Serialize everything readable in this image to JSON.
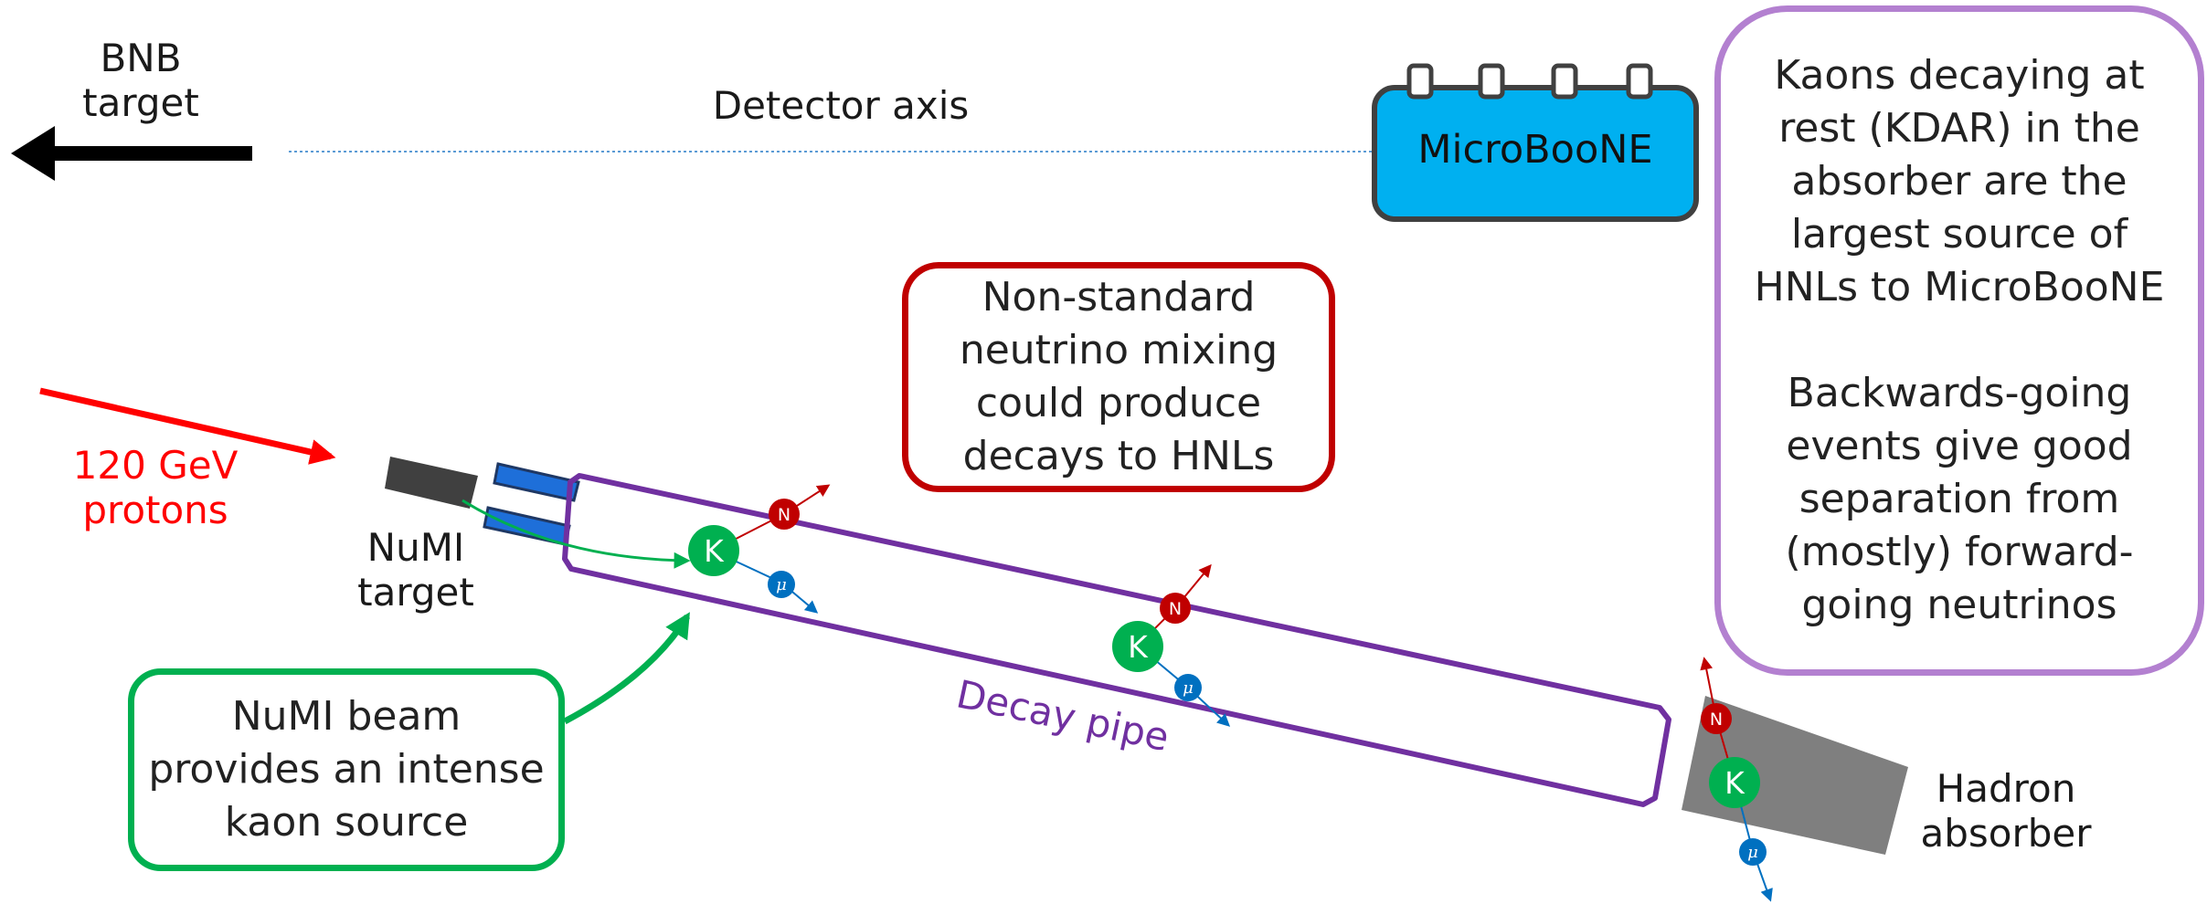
{
  "bnb_target": {
    "line1": "BNB",
    "line2": "target"
  },
  "detector_axis_label": "Detector axis",
  "microboone_label": "MicroBooNE",
  "protons": {
    "line1": "120 GeV",
    "line2": "protons"
  },
  "numi_target": {
    "line1": "NuMI",
    "line2": "target"
  },
  "decay_pipe_label": "Decay pipe",
  "hadron_absorber": {
    "line1": "Hadron",
    "line2": "absorber"
  },
  "particles": {
    "kaon": "K",
    "hnl": "N",
    "muon": "μ"
  },
  "mixing_box": {
    "lines": [
      "Non-standard",
      "neutrino mixing",
      "could produce",
      "decays to HNLs"
    ]
  },
  "numi_box": {
    "lines": [
      "NuMI beam",
      "provides an intense",
      "kaon source"
    ]
  },
  "kdar_box": {
    "para1": [
      "Kaons decaying at",
      "rest (KDAR) in the",
      "absorber are the",
      "largest source of",
      "HNLs to MicroBooNE"
    ],
    "para2": [
      "Backwards-going",
      "events give good",
      "separation from",
      "(mostly) forward-",
      "going neutrinos"
    ]
  },
  "colors": {
    "proton_red": "#ff0000",
    "pipe_purple": "#7030a0",
    "numi_green": "#00b050",
    "kaon_green": "#00b050",
    "hnl_red": "#c00000",
    "muon_blue": "#0070c0",
    "microboone_fill": "#00b0f0",
    "kdar_border": "#b380d0",
    "mixing_border": "#c00000"
  }
}
